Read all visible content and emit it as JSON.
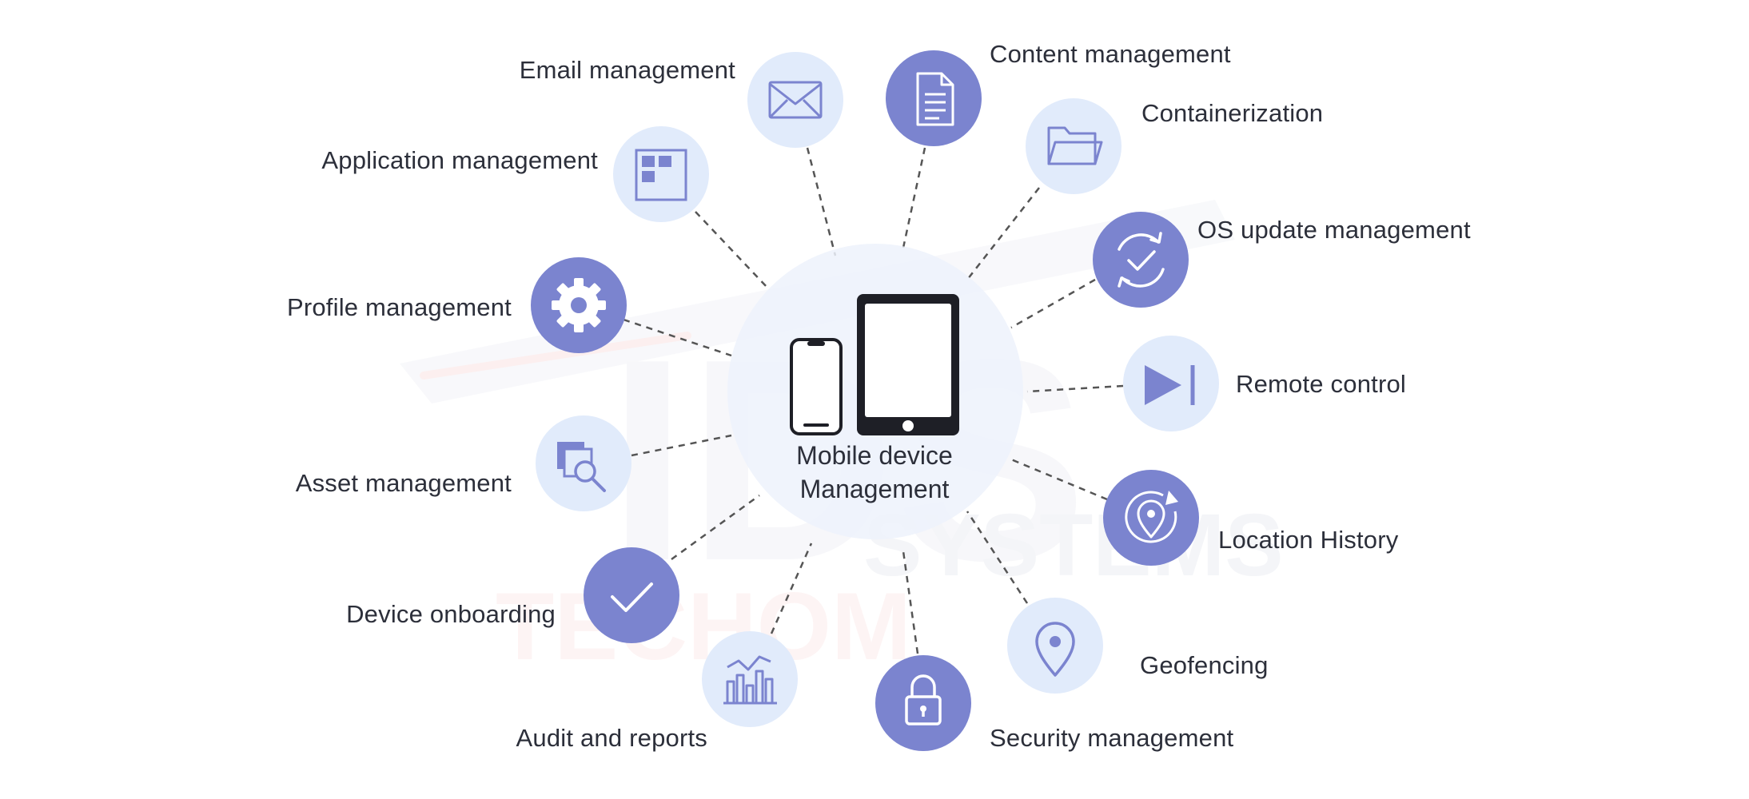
{
  "center": {
    "title_line1": "Mobile device",
    "title_line2": "Management"
  },
  "watermark": {
    "logo_text": "IDS",
    "brand_text": "TECHOM SYSTEMS",
    "brand_part1": "TECHOM",
    "brand_part2": "SYSTEMS"
  },
  "colors": {
    "dark_circle": "#7b84cf",
    "light_circle": "#e1ebfb",
    "icon_on_dark": "#ffffff",
    "icon_on_light": "#7b84cf",
    "connector": "#555555",
    "device": "#1e1f26"
  },
  "features": [
    {
      "label": "Email management",
      "icon": "envelope-icon",
      "style": "light"
    },
    {
      "label": "Content management",
      "icon": "document-icon",
      "style": "dark"
    },
    {
      "label": "Containerization",
      "icon": "folder-icon",
      "style": "light"
    },
    {
      "label": "OS update management",
      "icon": "sync-check-icon",
      "style": "dark"
    },
    {
      "label": "Remote control",
      "icon": "play-skip-icon",
      "style": "light"
    },
    {
      "label": "Location History",
      "icon": "location-history-icon",
      "style": "dark"
    },
    {
      "label": "Geofencing",
      "icon": "map-pin-icon",
      "style": "light"
    },
    {
      "label": "Security management",
      "icon": "padlock-icon",
      "style": "dark"
    },
    {
      "label": "Audit and reports",
      "icon": "bar-chart-icon",
      "style": "light"
    },
    {
      "label": "Device onboarding",
      "icon": "checkmark-icon",
      "style": "dark"
    },
    {
      "label": "Asset management",
      "icon": "search-copy-icon",
      "style": "light"
    },
    {
      "label": "Profile management",
      "icon": "gear-icon",
      "style": "dark"
    },
    {
      "label": "Application management",
      "icon": "app-grid-icon",
      "style": "light"
    }
  ]
}
